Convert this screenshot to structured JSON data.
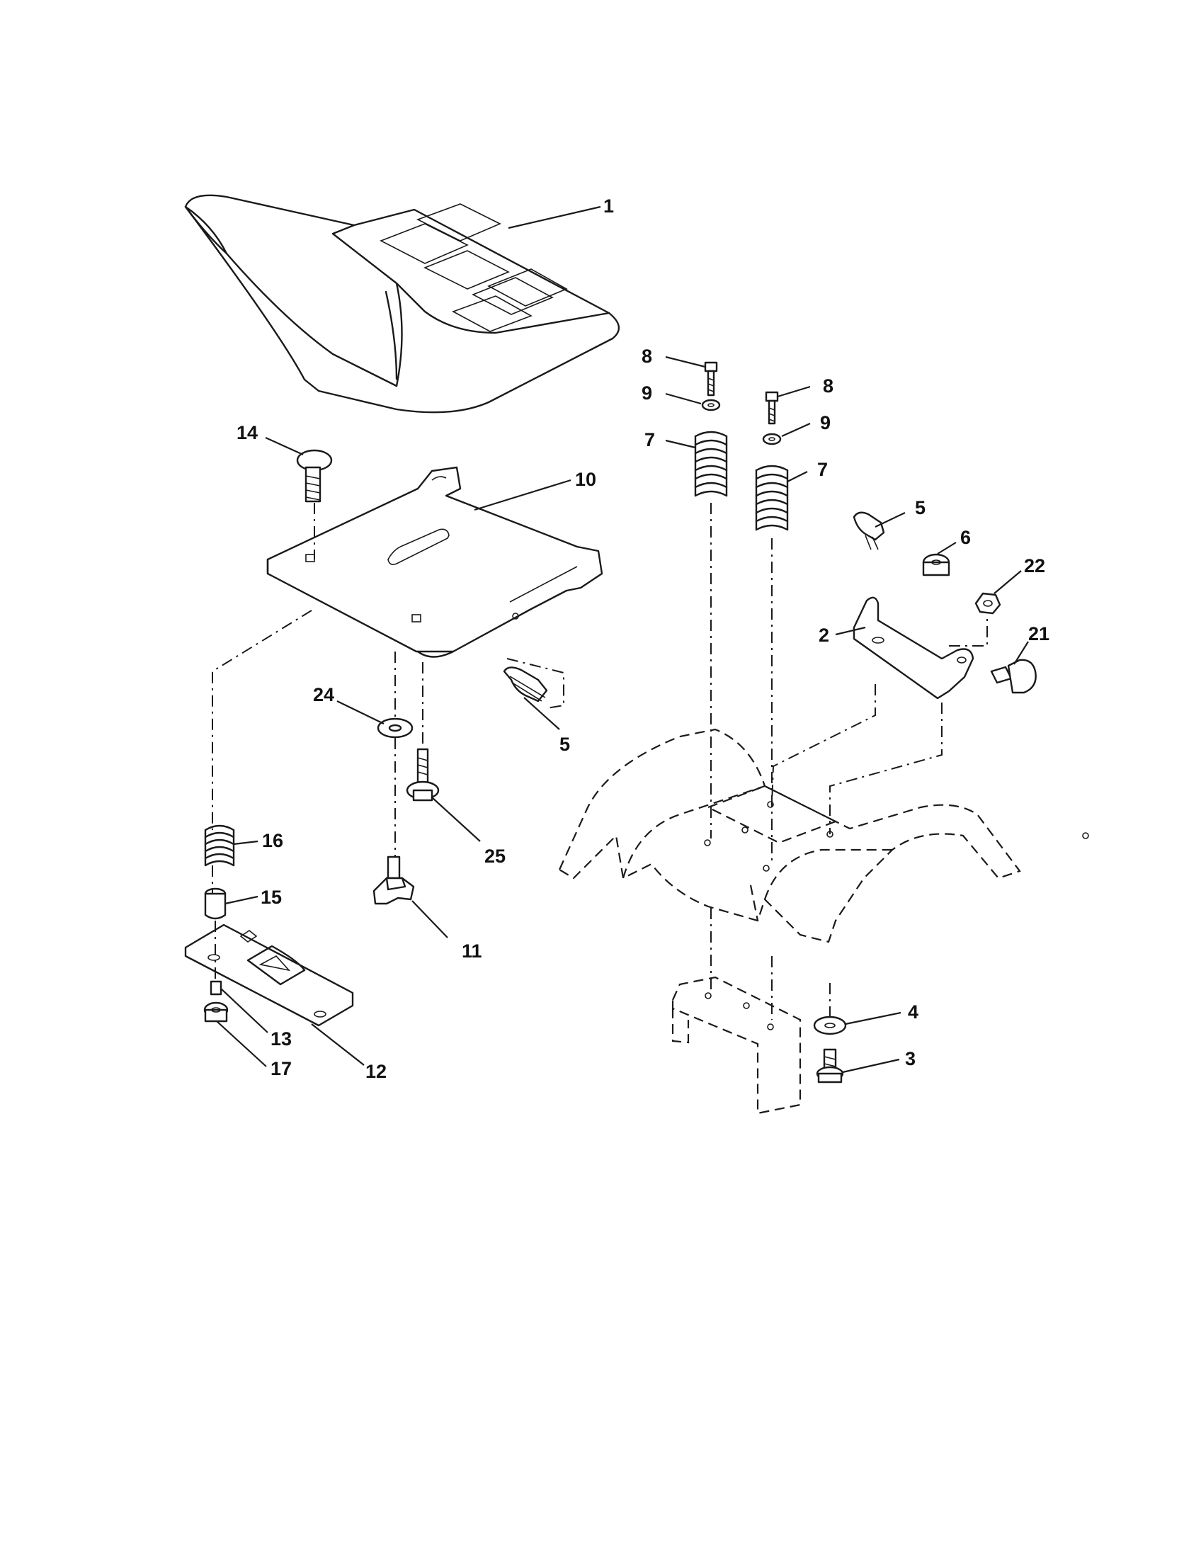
{
  "callouts": {
    "c1": "1",
    "c2": "2",
    "c3": "3",
    "c4": "4",
    "c5a": "5",
    "c5b": "5",
    "c6": "6",
    "c7a": "7",
    "c7b": "7",
    "c8a": "8",
    "c8b": "8",
    "c9a": "9",
    "c9b": "9",
    "c10": "10",
    "c11": "11",
    "c12": "12",
    "c13": "13",
    "c14": "14",
    "c15": "15",
    "c16": "16",
    "c17": "17",
    "c21": "21",
    "c22": "22",
    "c24": "24",
    "c25": "25"
  }
}
